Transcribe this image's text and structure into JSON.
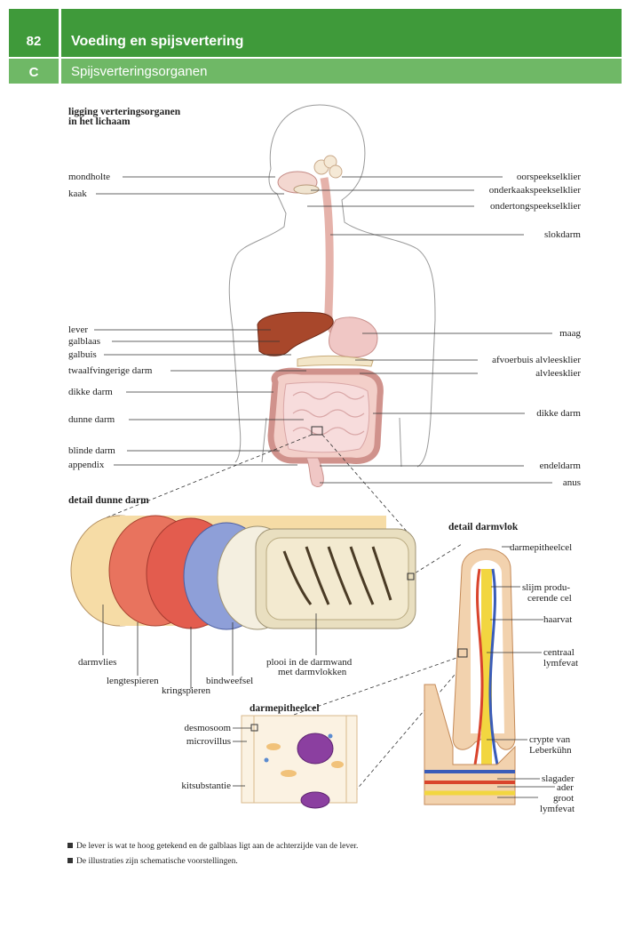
{
  "header": {
    "page_number": "82",
    "chapter_title": "Voeding en spijsvertering",
    "section_letter": "C",
    "section_title": "Spijsverteringsorganen"
  },
  "figure1": {
    "title_line1": "ligging verteringsorganen",
    "title_line2": "in het lichaam",
    "left_labels": [
      "mondholte",
      "kaak",
      "lever",
      "galblaas",
      "galbuis",
      "twaalfvingerige darm",
      "dikke darm",
      "dunne darm",
      "blinde darm",
      "appendix"
    ],
    "right_labels": [
      "oorspeekselklier",
      "onderkaakspeekselklier",
      "ondertongspeekselklier",
      "slokdarm",
      "maag",
      "afvoerbuis alvleesklier",
      "alvleesklier",
      "dikke darm",
      "endeldarm",
      "anus"
    ]
  },
  "figure2": {
    "title": "detail dunne darm",
    "labels": [
      "darmvlies",
      "lengtespieren",
      "kringspieren",
      "bindweefsel",
      "plooi in de darmwand",
      "met darmvlokken"
    ]
  },
  "figure3": {
    "title": "detail darmvlok",
    "labels": [
      "darmepitheelcel",
      "slijm produ-",
      "cerende cel",
      "haarvat",
      "centraal",
      "lymfevat",
      "crypte van",
      "Leberkühn",
      "slagader",
      "ader",
      "groot",
      "lymfevat"
    ]
  },
  "figure4": {
    "title": "darmepitheelcel",
    "labels": [
      "desmosoom",
      "microvillus",
      "kitsubstantie"
    ]
  },
  "notes": [
    "De lever is wat te hoog getekend en de galblaas ligt aan de achterzijde van de lever.",
    "De illustraties zijn schematische voorstellingen."
  ],
  "colors": {
    "header_dark": "#3f9a3a",
    "header_light": "#6fb866",
    "liver": "#a8472b",
    "intestine": "#f0c7c5",
    "esophagus": "#f2c6c0"
  }
}
